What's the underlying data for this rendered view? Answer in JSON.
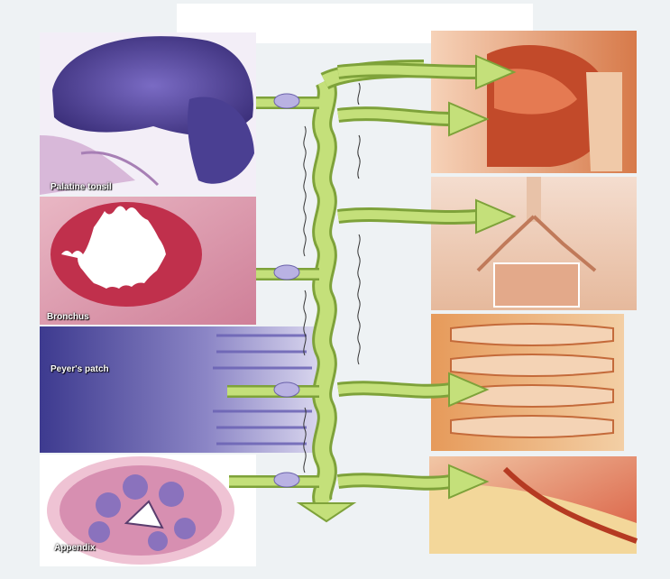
{
  "figure": {
    "tissue_labels": [
      {
        "id": "palatine-tonsil",
        "text": "Palatine tonsil"
      },
      {
        "id": "bronchus",
        "text": "Bronchus"
      },
      {
        "id": "peyers-patch",
        "text": "Peyer's patch"
      },
      {
        "id": "appendix",
        "text": "Appendix"
      }
    ],
    "colors": {
      "arrow_fill": "#c4e07a",
      "arrow_stroke": "#7ea23a",
      "histology_purple": "#5a4f9e",
      "histology_pink": "#c9557a",
      "anatomy_orange": "#e07a3c"
    }
  }
}
